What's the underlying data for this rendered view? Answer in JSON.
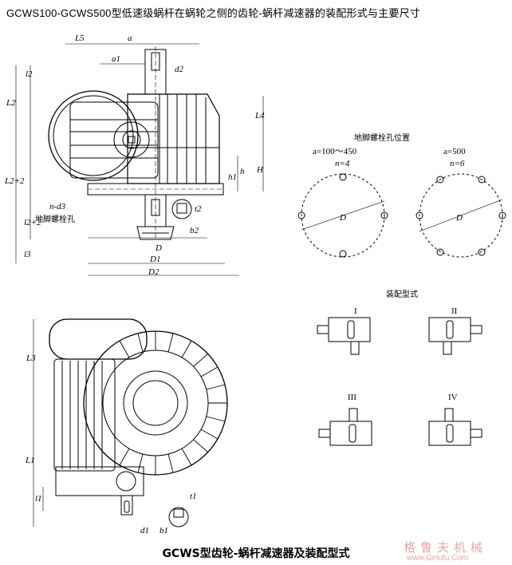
{
  "title": "GCWS100-GCWS500型低速级蜗杆在蜗轮之侧的齿轮-蜗杆减速器的装配形式与主要尺寸",
  "caption": "GCWS型齿轮-蜗杆减速器及装配型式",
  "watermark": {
    "cn": "格鲁夫机械",
    "url": "www.Gelufu.Com"
  },
  "top_view_labels": {
    "L5": "L5",
    "a": "a",
    "a1": "a1",
    "d2": "d2",
    "l2": "l2",
    "L2": "L2",
    "L4": "L4",
    "L2plus2": "L2+2",
    "h1": "h1",
    "h": "h",
    "H": "H",
    "n_d3": "n-d3",
    "foot_bolt_hole": "地脚螺栓孔",
    "l2plus2": "l2+2",
    "t2": "t2",
    "b2": "b2",
    "l3": "l3",
    "D": "D",
    "D1": "D1",
    "D2": "D2"
  },
  "bolt_layout": {
    "heading": "地脚螺栓孔位置",
    "left": {
      "a_label": "a=100～450",
      "n_label": "n=4",
      "D_label": "D"
    },
    "right": {
      "a_label": "a=500",
      "n_label": "n=6",
      "D_label": "D"
    }
  },
  "assembly": {
    "heading": "装配型式",
    "forms": [
      "I",
      "II",
      "III",
      "IV"
    ]
  },
  "bottom_view_labels": {
    "L3": "L3",
    "L1": "L1",
    "l1": "l1",
    "d1": "d1",
    "b1": "b1",
    "t1": "t1"
  }
}
